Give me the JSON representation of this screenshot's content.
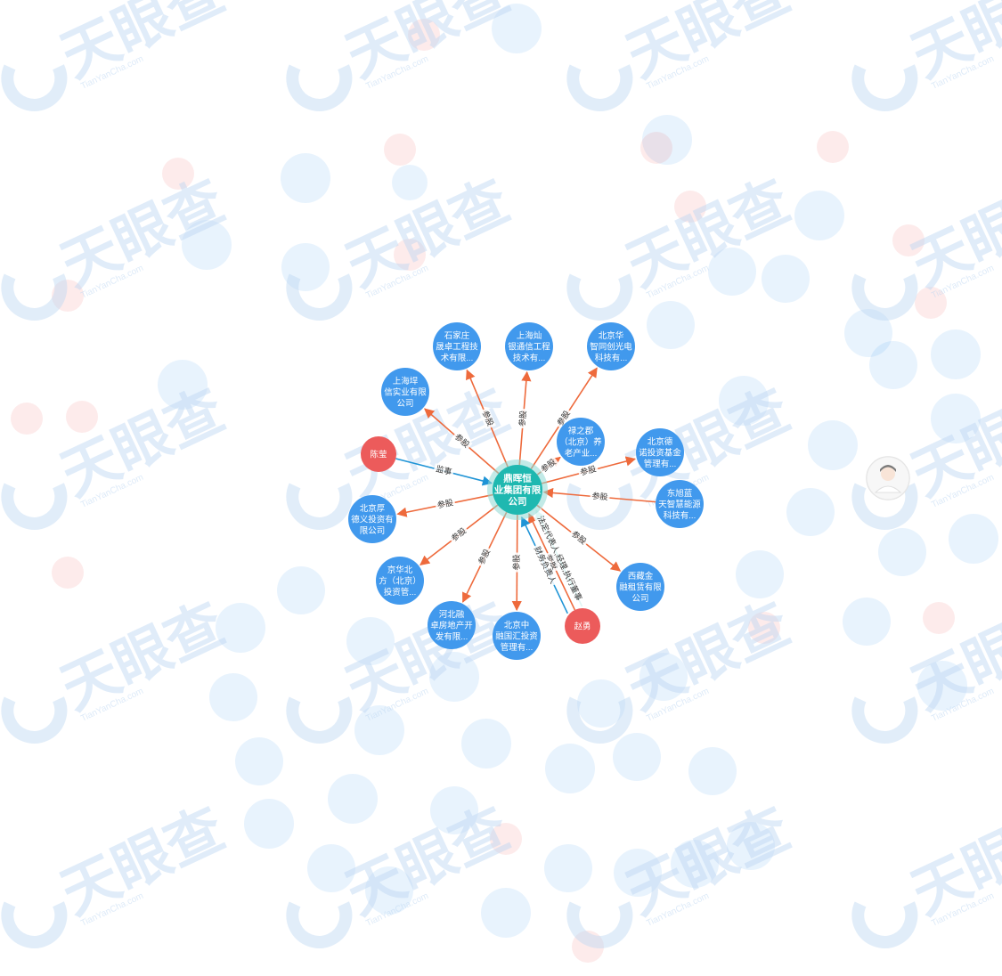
{
  "colors": {
    "company": "#4199ed",
    "center": "#1fb8b0",
    "center_halo": "#8fd9d4",
    "person": "#ec5b5b",
    "invest_edge": "#ee6a3c",
    "officer_edge": "#1f94d6",
    "legal_edge": "#2bbfb3",
    "edge_label_bg": "#ffffff"
  },
  "watermark": {
    "text": "天眼查",
    "sub": "TianYanCha.com",
    "logo_icon": "tianyancha-logo-icon"
  },
  "graph": {
    "center": {
      "id": "c",
      "lines": [
        "鼎晖恒",
        "业集团有限",
        "公司"
      ]
    },
    "nodes": [
      {
        "id": "n1",
        "type": "company",
        "lines": [
          "石家庄",
          "晟卓工程技",
          "术有限..."
        ]
      },
      {
        "id": "n2",
        "type": "company",
        "lines": [
          "上海灿",
          "银通信工程",
          "技术有..."
        ]
      },
      {
        "id": "n3",
        "type": "company",
        "lines": [
          "北京华",
          "智同创光电",
          "科技有..."
        ]
      },
      {
        "id": "n4",
        "type": "company",
        "lines": [
          "上海垾",
          "信实业有限",
          "公司"
        ]
      },
      {
        "id": "n5",
        "type": "company",
        "lines": [
          "禄之郡",
          "（北京）养",
          "老产业..."
        ]
      },
      {
        "id": "n6",
        "type": "company",
        "lines": [
          "北京德",
          "诺投资基金",
          "管理有..."
        ]
      },
      {
        "id": "n7",
        "type": "person",
        "lines": [
          "陈莹"
        ]
      },
      {
        "id": "n8",
        "type": "company",
        "lines": [
          "东旭蓝",
          "天智慧能源",
          "科技有..."
        ]
      },
      {
        "id": "n9",
        "type": "company",
        "lines": [
          "北京厚",
          "德义投资有",
          "限公司"
        ]
      },
      {
        "id": "n10",
        "type": "company",
        "lines": [
          "京华北",
          "方（北京）",
          "投资管..."
        ]
      },
      {
        "id": "n11",
        "type": "company",
        "lines": [
          "西藏金",
          "融租赁有限",
          "公司"
        ]
      },
      {
        "id": "n12",
        "type": "company",
        "lines": [
          "河北融",
          "卓房地产开",
          "发有限..."
        ]
      },
      {
        "id": "n13",
        "type": "company",
        "lines": [
          "北京中",
          "融国汇投资",
          "管理有..."
        ]
      },
      {
        "id": "n14",
        "type": "person",
        "lines": [
          "赵勇"
        ]
      },
      {
        "id": "n15",
        "type": "avatar",
        "lines": []
      }
    ],
    "edges": [
      {
        "from": "c",
        "to": "n1",
        "type": "invest",
        "label": "参股"
      },
      {
        "from": "c",
        "to": "n2",
        "type": "invest",
        "label": "参股"
      },
      {
        "from": "c",
        "to": "n3",
        "type": "invest",
        "label": "参股"
      },
      {
        "from": "c",
        "to": "n4",
        "type": "invest",
        "label": "参股"
      },
      {
        "from": "c",
        "to": "n5",
        "type": "invest",
        "label": "参股"
      },
      {
        "from": "c",
        "to": "n6",
        "type": "invest",
        "label": "参股"
      },
      {
        "from": "n7",
        "to": "c",
        "type": "officer",
        "label": "监事"
      },
      {
        "from": "n8",
        "to": "c",
        "type": "invest",
        "label": "参股"
      },
      {
        "from": "c",
        "to": "n9",
        "type": "invest",
        "label": "参股"
      },
      {
        "from": "c",
        "to": "n10",
        "type": "invest",
        "label": "参股"
      },
      {
        "from": "c",
        "to": "n11",
        "type": "invest",
        "label": "参股"
      },
      {
        "from": "c",
        "to": "n12",
        "type": "invest",
        "label": "参股"
      },
      {
        "from": "c",
        "to": "n13",
        "type": "invest",
        "label": "参股"
      },
      {
        "from": "n14",
        "to": "c",
        "type": "invest",
        "label": "参股"
      },
      {
        "from": "n14",
        "to": "c",
        "type": "legal",
        "label": "法定代表人,经理,执行董事"
      },
      {
        "from": "n14",
        "to": "c",
        "type": "officer",
        "label": "财务负责人"
      }
    ]
  }
}
